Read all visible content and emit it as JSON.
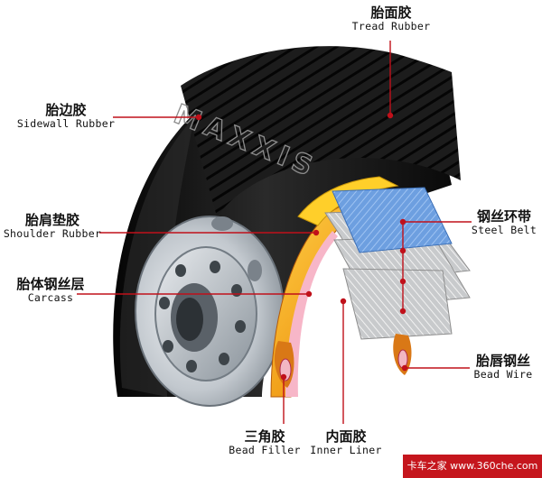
{
  "labels": {
    "tread": {
      "cn": "胎面胶",
      "en": "Tread Rubber"
    },
    "sidewall": {
      "cn": "胎边胶",
      "en": "Sidewall Rubber"
    },
    "shoulder": {
      "cn": "胎肩垫胶",
      "en": "Shoulder Rubber"
    },
    "carcass": {
      "cn": "胎体钢丝层",
      "en": "Carcass"
    },
    "steel": {
      "cn": "钢丝环带",
      "en": "Steel Belt"
    },
    "bead": {
      "cn": "胎唇钢丝",
      "en": "Bead Wire"
    },
    "filler": {
      "cn": "三角胶",
      "en": "Bead Filler"
    },
    "liner": {
      "cn": "内面胶",
      "en": "Inner Liner"
    }
  },
  "brand": "MAXXIS",
  "watermark": "卡车之家 www.360che.com",
  "colors": {
    "leader": "#c0101a",
    "tire": "#1a1a1a",
    "rim": "#b9c1c9",
    "steel_belt": "#5b8fd6",
    "gold": "#f0b000",
    "orange": "#f08a1a"
  }
}
